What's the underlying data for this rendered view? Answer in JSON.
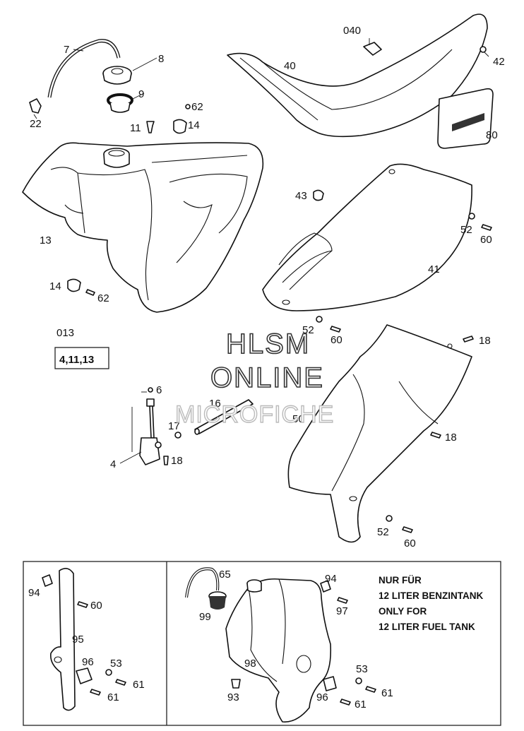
{
  "watermark": {
    "line1": "HLSM",
    "line2": "ONLINE",
    "line3": "MICROFICHE"
  },
  "kit": {
    "number": "013",
    "contents": "4,11,13"
  },
  "callouts": {
    "p7": "7",
    "p8": "8",
    "p9": "9",
    "p22": "22",
    "p11": "11",
    "p62a": "62",
    "p14a": "14",
    "p13": "13",
    "p14b": "14",
    "p62b": "62",
    "p040": "040",
    "p40": "40",
    "p42": "42",
    "p80": "80",
    "p43": "43",
    "p52a": "52",
    "p60a": "60",
    "p41": "41",
    "p52b": "52",
    "p60b": "60",
    "p18a": "18",
    "p18b": "18",
    "p50": "50",
    "p52c": "52",
    "p60c": "60",
    "p6": "6",
    "p16": "16",
    "p17": "17",
    "p4": "4",
    "p18c": "18",
    "p94a": "94",
    "p60d": "60",
    "p95": "95",
    "p96a": "96",
    "p53a": "53",
    "p61a": "61",
    "p61b": "61",
    "p65": "65",
    "p99": "99",
    "p98": "98",
    "p93": "93",
    "p94b": "94",
    "p97": "97",
    "p53b": "53",
    "p96b": "96",
    "p61c": "61",
    "p61d": "61"
  },
  "note": {
    "line1": "NUR FÜR",
    "line2": "12 LITER BENZINTANK",
    "line3": "ONLY FOR",
    "line4": "12 LITER FUEL TANK"
  }
}
